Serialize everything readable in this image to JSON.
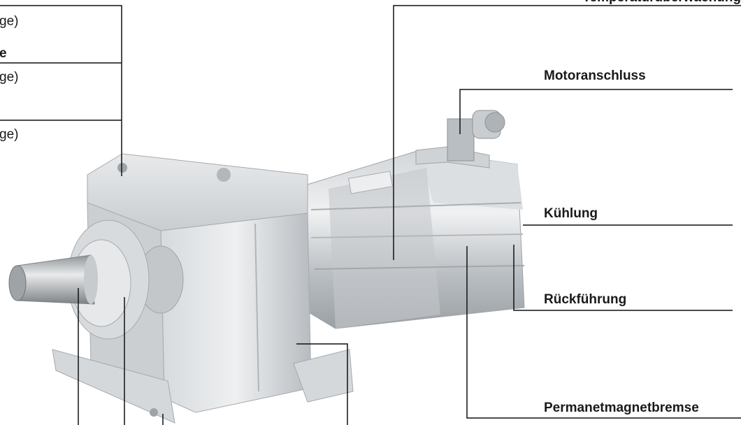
{
  "left_labels": [
    {
      "text": "ge)",
      "bold": false
    },
    {
      "text": "e",
      "bold": true
    },
    {
      "text": "ge)",
      "bold": false
    },
    {
      "text": "ge)",
      "bold": false
    }
  ],
  "right_labels": [
    {
      "text": "Temperaturüberwachung"
    },
    {
      "text": "Motoranschluss"
    },
    {
      "text": "Kühlung"
    },
    {
      "text": "Rückführung"
    },
    {
      "text": "Permanetmagnetbremse"
    }
  ],
  "motor_plate_icon": "nameplate-icon",
  "colors": {
    "line": "#111111",
    "metal_light": "#dfe2e4",
    "metal_mid": "#b9bec2",
    "metal_dark": "#8d9296"
  }
}
